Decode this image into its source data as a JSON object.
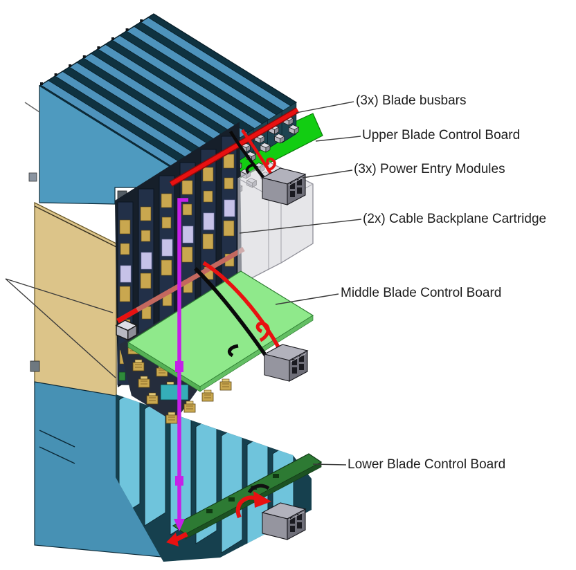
{
  "figure": {
    "kind": "exploded-assembly-cad-diagram",
    "background": "#ffffff",
    "description": "Exploded isometric CAD view of a blade chassis stack with callout labels"
  },
  "labels": [
    {
      "id": "blade-busbars",
      "text": "(3x) Blade busbars"
    },
    {
      "id": "upper-blade-control-board",
      "text": "Upper Blade Control Board"
    },
    {
      "id": "power-entry-modules",
      "text": "(3x) Power Entry Modules"
    },
    {
      "id": "cable-backplane-cartridge",
      "text": "(2x) Cable Backplane Cartridge"
    },
    {
      "id": "middle-blade-control-board",
      "text": "Middle Blade Control Board"
    },
    {
      "id": "lower-blade-control-board",
      "text": "Lower Blade Control Board"
    }
  ],
  "parts": [
    "upper-blade-chassis",
    "blade-busbar",
    "upper-blade-control-board",
    "power-entry-module",
    "cable-backplane-cartridge",
    "middle-blade-control-board",
    "lower-blade-chassis",
    "lower-blade-control-board",
    "side-panel",
    "power-cables-red-black",
    "vertical-cable-magenta"
  ],
  "colors": {
    "blade_top_blue": "#4E93BC",
    "chassis_face_blue": "#4E9ABF",
    "lower_fin_blue": "#6FC4DC",
    "upper_board_green": "#12CD12",
    "middle_board_green": "#8FE98B",
    "lower_board_green": "#2D7A33",
    "busbar_red": "#E81111",
    "busbar_salmon": "#C4685F",
    "cable_magenta": "#C520E8",
    "cable_black": "#0A0A0A",
    "pem_gray": "#95959F",
    "side_panel_tan": "#DCC489",
    "connector_gold": "#C9A74F",
    "leader_line": "#3A3A3A",
    "label_text": "#1C1C1C"
  }
}
